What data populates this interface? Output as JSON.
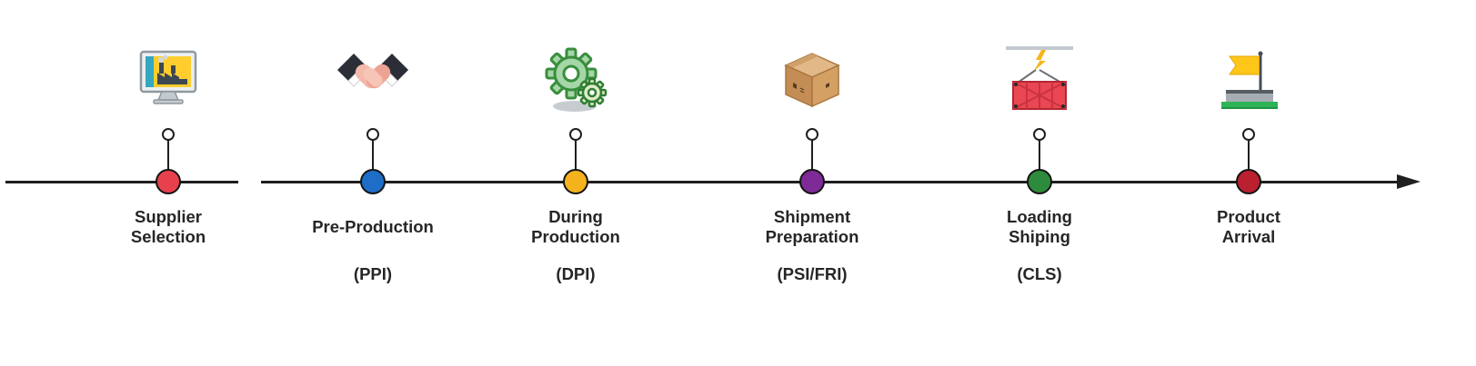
{
  "timeline": {
    "line_color": "#1f1f1f",
    "milestones": [
      {
        "id": "supplier-selection",
        "line1": "Supplier",
        "line2": "Selection",
        "acronym": "",
        "dot_color": "#e8414e",
        "icon": "factory-monitor-icon"
      },
      {
        "id": "pre-production",
        "line1": "Pre-Production",
        "line2": "",
        "acronym": "(PPI)",
        "dot_color": "#1e6ec8",
        "icon": "handshake-icon"
      },
      {
        "id": "during-production",
        "line1": "During",
        "line2": "Production",
        "acronym": "(DPI)",
        "dot_color": "#f4b31c",
        "icon": "gears-icon"
      },
      {
        "id": "shipment-preparation",
        "line1": "Shipment",
        "line2": "Preparation",
        "acronym": "(PSI/FRI)",
        "dot_color": "#7e2b97",
        "icon": "cardboard-box-icon"
      },
      {
        "id": "loading-shiping",
        "line1": "Loading",
        "line2": "Shiping",
        "acronym": "(CLS)",
        "dot_color": "#2e8b3d",
        "icon": "cargo-container-icon"
      },
      {
        "id": "product-arrival",
        "line1": "Product",
        "line2": "Arrival",
        "acronym": "",
        "dot_color": "#bb2030",
        "icon": "arrival-flag-icon"
      }
    ]
  }
}
